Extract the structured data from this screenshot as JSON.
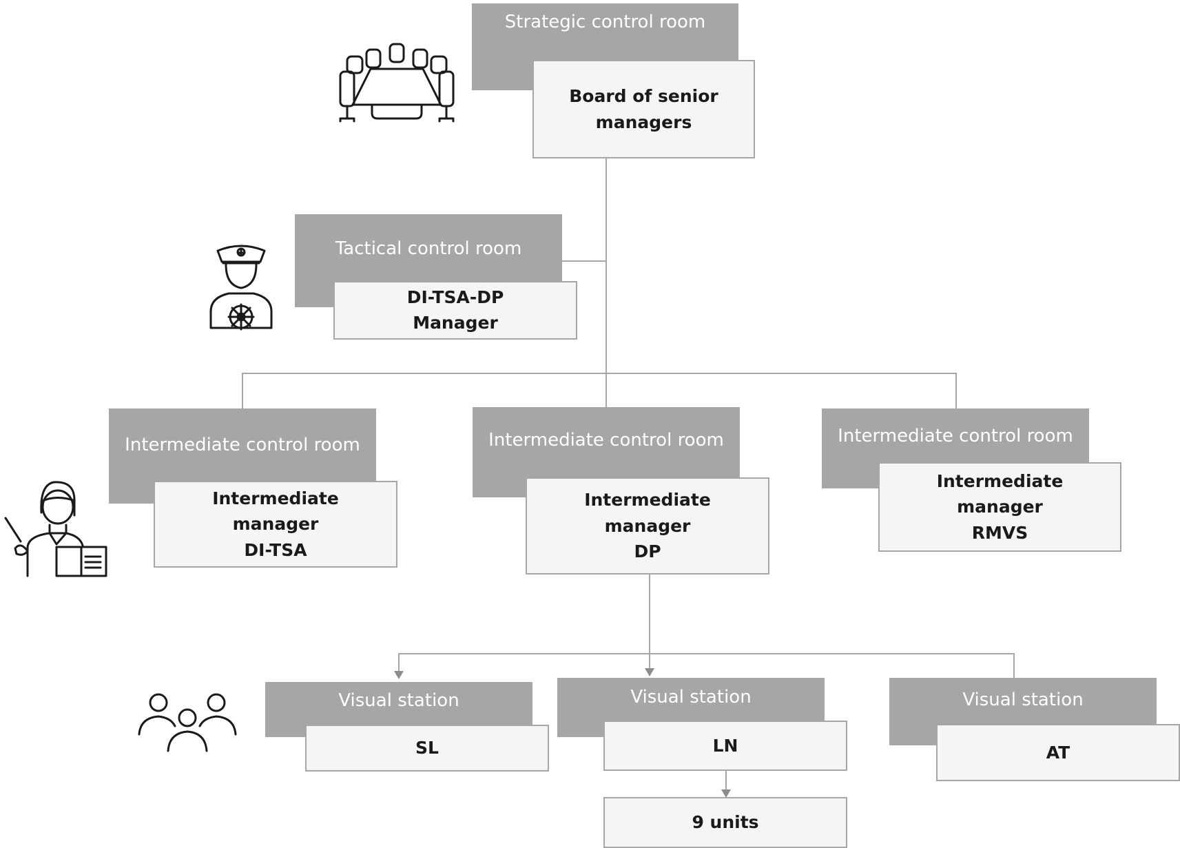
{
  "strategic": {
    "header": "Strategic control room",
    "line1": "Board of senior",
    "line2": "managers"
  },
  "tactical": {
    "header": "Tactical control room",
    "line1": "DI-TSA-DP",
    "line2": "Manager"
  },
  "intermediate_left": {
    "header": "Intermediate control room",
    "line1": "Intermediate",
    "line2": "manager",
    "line3": "DI-TSA"
  },
  "intermediate_center": {
    "header": "Intermediate control room",
    "line1": "Intermediate",
    "line2": "manager",
    "line3": "DP"
  },
  "intermediate_right": {
    "header": "Intermediate control room",
    "line1": "Intermediate",
    "line2": "manager",
    "line3": "RMVS"
  },
  "station_sl": {
    "header": "Visual station",
    "label": "SL"
  },
  "station_ln": {
    "header": "Visual station",
    "label": "LN"
  },
  "station_at": {
    "header": "Visual station",
    "label": "AT"
  },
  "units": {
    "label": "9 units"
  },
  "icons": [
    "conference-table-icon",
    "captain-icon",
    "teacher-icon",
    "team-icon"
  ],
  "colors": {
    "header_fill": "#a6a6a6",
    "box_fill": "#f5f5f5",
    "text": "#1a1a1a"
  }
}
